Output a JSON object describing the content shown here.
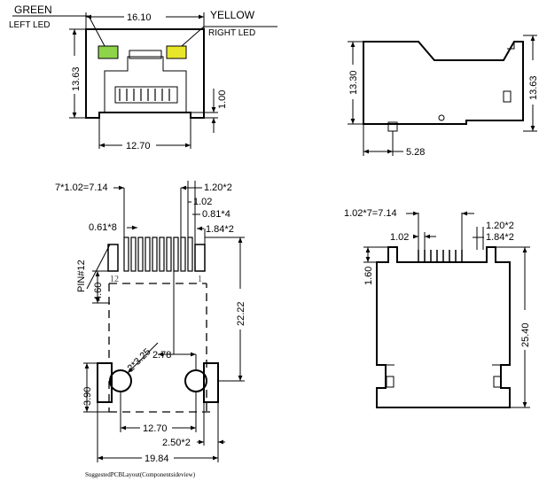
{
  "colors": {
    "green_led": "#8ed44a",
    "yellow_led": "#e8e62a"
  },
  "front_view": {
    "green_label": "GREEN",
    "left_led_label": "LEFT LED",
    "yellow_label": "YELLOW",
    "right_led_label": "RIGHT LED",
    "width_dim": "16.10",
    "height_dim": "13.63",
    "pin_dim": "1.00",
    "base_width_dim": "12.70"
  },
  "side_view": {
    "height_left_dim": "13.30",
    "height_right_dim": "13.63",
    "offset_dim": "5.28"
  },
  "pcb_layout": {
    "pitch_total": "7*1.02=7.14",
    "pad_width": "1.20*2",
    "pitch": "1.02",
    "pad_small": "0.81*4",
    "pad_large": "1.84*2",
    "pad_061": "0.61*8",
    "pin_label": "PIN#12",
    "pin12": "12",
    "pin1": "1",
    "row_offset": "4.60",
    "total_height": "22.22",
    "hole_dia": "2*3.25",
    "hole_offset": "2.78",
    "hole_y": "3.90",
    "hole_spacing": "12.70",
    "shield_pad": "2.50*2",
    "total_width": "19.84",
    "caption": "SuggestedPCBLayout(Componentsideview)"
  },
  "bottom_view": {
    "pitch_total": "1.02*7=7.14",
    "pitch": "1.02",
    "pad_width": "1.20*2",
    "pad_large": "1.84*2",
    "top_offset": "1.60",
    "length": "25.40"
  }
}
